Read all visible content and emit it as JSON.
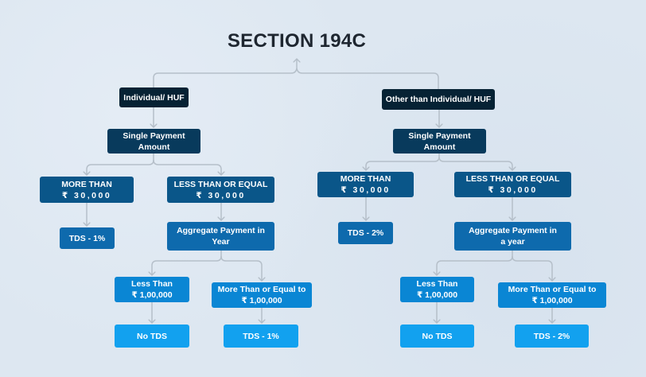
{
  "title": "SECTION 194C",
  "colors": {
    "background": "#dde7f1",
    "title": "#1e2630",
    "connector": "#b5bfc9",
    "level1": "#062234",
    "level2": "#083a5c",
    "level3": "#0a5689",
    "level4": "#0e6aad",
    "level5": "#0a86d4",
    "level6": "#12a1ef"
  },
  "left": {
    "category": "Individual/ HUF",
    "single_payment": {
      "line1": "Single Payment",
      "line2": "Amount"
    },
    "more_than": {
      "line1": "MORE THAN",
      "line2": "₹ 30,000"
    },
    "less_equal": {
      "line1": "LESS THAN OR EQUAL",
      "line2": "₹ 30,000"
    },
    "more_than_result": "TDS - 1%",
    "aggregate": {
      "line1": "Aggregate Payment in",
      "line2": "Year"
    },
    "agg_less": {
      "line1": "Less Than",
      "line2": "₹ 1,00,000"
    },
    "agg_more": {
      "line1": "More Than or Equal to",
      "line2": "₹ 1,00,000"
    },
    "agg_less_result": "No TDS",
    "agg_more_result": "TDS - 1%"
  },
  "right": {
    "category": "Other than Individual/ HUF",
    "single_payment": {
      "line1": "Single Payment",
      "line2": "Amount"
    },
    "more_than": {
      "line1": "MORE THAN",
      "line2": "₹ 30,000"
    },
    "less_equal": {
      "line1": "LESS THAN OR EQUAL",
      "line2": "₹ 30,000"
    },
    "more_than_result": "TDS - 2%",
    "aggregate": {
      "line1": "Aggregate Payment in",
      "line2": "a year"
    },
    "agg_less": {
      "line1": "Less Than",
      "line2": "₹ 1,00,000"
    },
    "agg_more": {
      "line1": "More Than or Equal to",
      "line2": "₹ 1,00,000"
    },
    "agg_less_result": "No TDS",
    "agg_more_result": "TDS - 2%"
  }
}
